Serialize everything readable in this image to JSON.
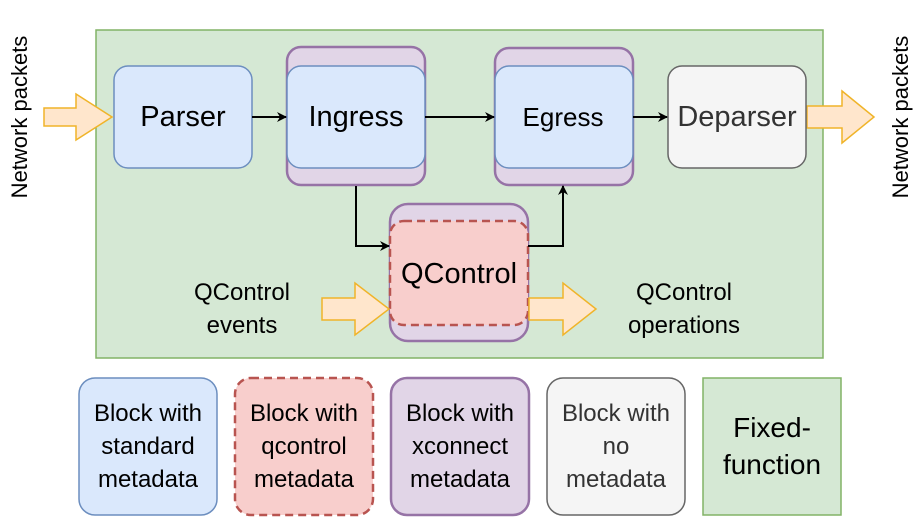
{
  "side_labels": {
    "input": "Network packets",
    "output": "Network packets"
  },
  "blocks": {
    "parser": "Parser",
    "ingress": "Ingress",
    "egress": "Egress",
    "deparser": "Deparser",
    "qcontrol": "QControl"
  },
  "events": {
    "line1": "QControl",
    "line2": "events"
  },
  "operations": {
    "line1": "QControl",
    "line2": "operations"
  },
  "legend": {
    "standard": [
      "Block with",
      "standard",
      "metadata"
    ],
    "qcontrol": [
      "Block with",
      "qcontrol",
      "metadata"
    ],
    "xconnect": [
      "Block with",
      "xconnect",
      "metadata"
    ],
    "none": [
      "Block with",
      "no",
      "metadata"
    ],
    "fixed": [
      "Fixed-",
      "function"
    ]
  },
  "colors": {
    "fixed_fill": "#d5e8d4",
    "fixed_stroke": "#82b366",
    "standard_fill": "#dae8fc",
    "standard_stroke": "#6c8ebf",
    "qcontrol_fill": "#f8cecc",
    "qcontrol_stroke": "#b85450",
    "xconnect_fill": "#e1d5e7",
    "xconnect_stroke": "#9673a6",
    "none_fill": "#f5f5f5",
    "none_stroke": "#666666",
    "arrow_fill": "#ffe6cc",
    "arrow_stroke": "#f0b429"
  }
}
